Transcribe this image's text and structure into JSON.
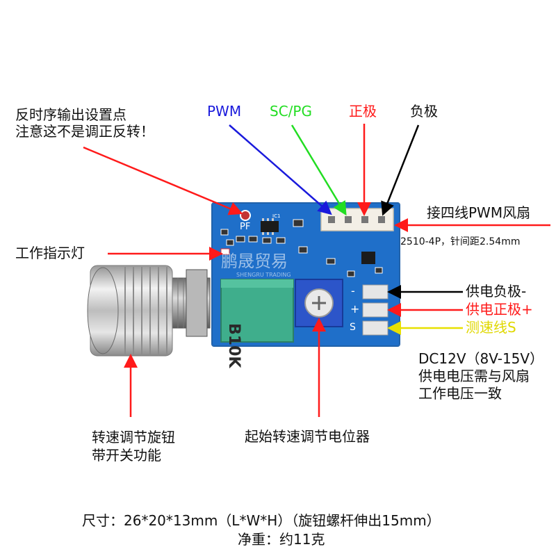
{
  "labels": {
    "reverse_timing": "反时序输出设置点\n注意这不是调正反转！",
    "indicator_led": "工作指示灯",
    "pwm": "PWM",
    "sc_pg": "SC/PG",
    "positive": "正极",
    "negative": "负极",
    "fan_connector": "接四线PWM风扇",
    "connector_spec": "2510-4P，针间距2.54mm",
    "supply_negative": "供电负极-",
    "supply_positive": "供电正极+",
    "tach_line": "测速线S",
    "power_spec": "DC12V（8V-15V）\n供电电压需与风扇\n工作电压一致",
    "speed_knob": "转速调节旋钮\n带开关功能",
    "start_pot": "起始转速调节电位器",
    "size": "尺寸：26*20*13mm（L*W*H）（旋钮螺杆伸出15mm）",
    "weight": "净重：约11克"
  },
  "board": {
    "pf_mark": "PF",
    "ic_mark": "IC1",
    "pot_mark": "B10K",
    "pad_minus": "-",
    "pad_plus": "+",
    "pad_s": "S",
    "watermark": "鹏晟贸易",
    "watermark_sub": "SHENGRU TRADING"
  },
  "colors": {
    "pwm": "#1a1adc",
    "sc_pg": "#22dd22",
    "positive": "#ff1a1a",
    "negative": "#000000",
    "pointer": "#ff1a1a",
    "tach": "#e8e000",
    "pcb": "#1f6fc9"
  }
}
